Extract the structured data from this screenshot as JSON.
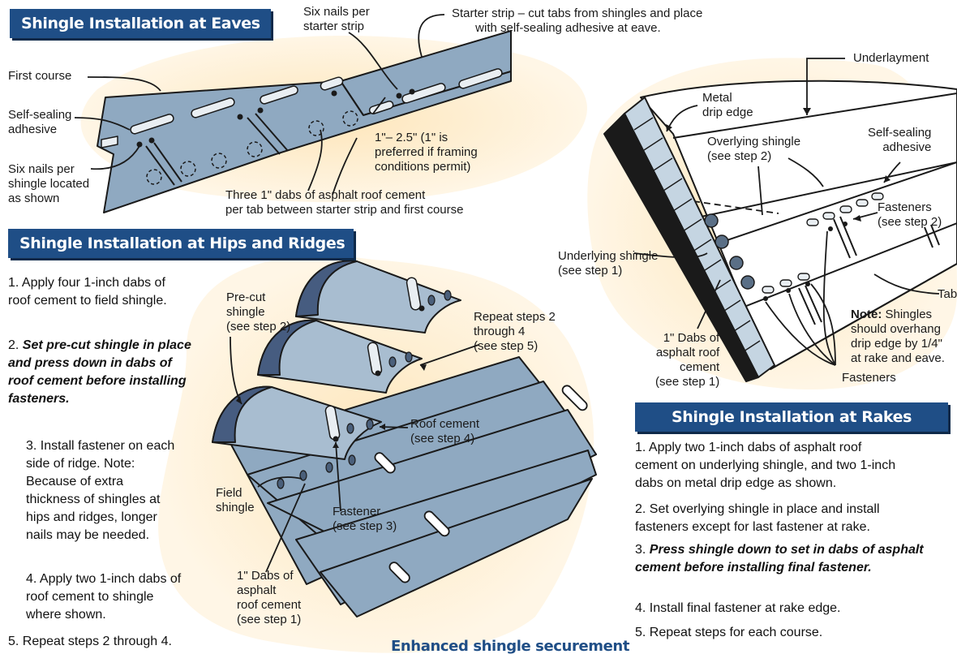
{
  "headers": {
    "eaves": "Shingle Installation at Eaves",
    "hips": "Shingle Installation at Hips and Ridges",
    "rakes": "Shingle Installation at Rakes"
  },
  "eaves_labels": {
    "six_nails_strip": "Six nails per\nstarter strip",
    "starter_strip": "Starter strip – cut tabs from shingles and place\n       with self-sealing adhesive at eave.",
    "first_course": "First course",
    "self_sealing": "Self-sealing\nadhesive",
    "six_nails_shingle": "Six nails per\nshingle located\nas shown",
    "offset": "1\"– 2.5\" (1\" is\npreferred if framing\nconditions permit)",
    "three_dabs": "Three 1\" dabs of asphalt roof cement\nper tab between starter strip and first course"
  },
  "hips_labels": {
    "precut": "Pre-cut\nshingle\n(see step 2)",
    "repeat": "Repeat steps 2\nthrough 4\n(see step 5)",
    "roof_cement": "Roof cement\n(see step 4)",
    "field_shingle": "Field\nshingle",
    "fastener": "Fastener\n(see step 3)",
    "dabs": "1\" Dabs of\nasphalt\nroof cement\n(see step 1)"
  },
  "hips_steps": [
    {
      "num": "1.",
      "text": "Apply four 1-inch dabs of roof cement to field shingle."
    },
    {
      "num": "2.",
      "text": "Set pre-cut shingle in place and press down in dabs of roof cement before installing fasteners."
    },
    {
      "num": "3.",
      "text": "Install fastener on each side of ridge. Note: Because of extra thickness of shingles at hips and ridges, longer nails may be needed."
    },
    {
      "num": "4.",
      "text": "Apply two 1-inch dabs of roof cement to shingle where shown."
    },
    {
      "num": "5.",
      "text": "Repeat steps 2 through 4."
    }
  ],
  "rakes_labels": {
    "underlayment": "Underlayment",
    "drip_edge": "Metal\ndrip edge",
    "overlying": "Overlying shingle\n(see step 2)",
    "self_sealing": "Self-sealing\nadhesive",
    "fasteners_step2": "Fasteners\n(see step 2)",
    "underlying": "Underlying shingle\n(see step 1)",
    "tab": "Tab",
    "dabs": "1\" Dabs of\nasphalt roof\ncement\n(see step 1)",
    "note_bold": "Note:",
    "note_text": " Shingles\nshould overhang\ndrip edge by 1/4\"\nat rake and eave.",
    "fasteners": "Fasteners"
  },
  "rakes_steps": [
    {
      "num": "1.",
      "text": "Apply two 1-inch dabs of asphalt roof cement on underlying shingle, and two 1-inch dabs on metal drip edge as shown."
    },
    {
      "num": "2.",
      "text": "Set overlying shingle in place and install fasteners except for last fastener at rake."
    },
    {
      "num": "3.",
      "text": "Press shingle down to set in dabs of asphalt cement before installing final fastener."
    },
    {
      "num": "4.",
      "text": "Install final fastener at rake edge."
    },
    {
      "num": "5.",
      "text": "Repeat steps for each course."
    }
  ],
  "caption": "Enhanced shingle securement",
  "colors": {
    "header_bg": "#1f4e86",
    "shingle": "#8fa9c1",
    "ridge": "#a8bdd0",
    "ridge_dark": "#465c80",
    "background_blob": "#fdebc8"
  }
}
